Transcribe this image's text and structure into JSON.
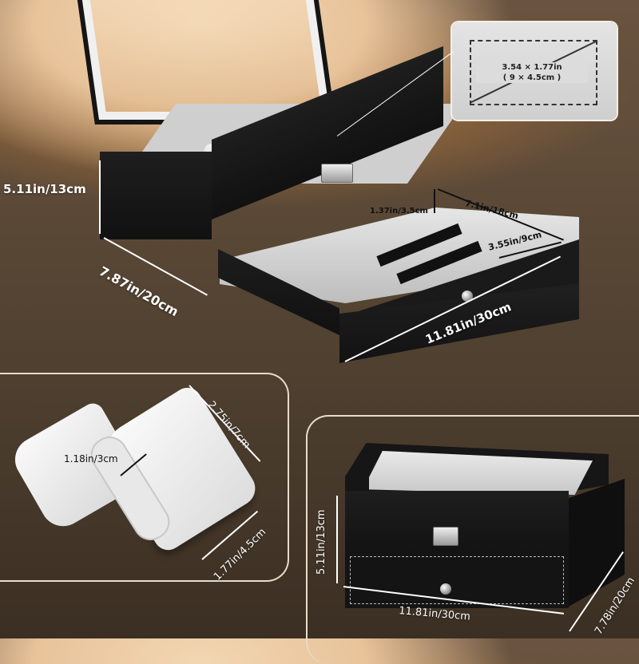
{
  "main_view": {
    "height_label": "5.11in/13cm",
    "depth_label": "7.87in/20cm",
    "width_label": "11.81in/30cm",
    "drawer_depth_label": "1.37in/3.5cm",
    "drawer_length_label": "7.1in/18cm",
    "drawer_section_label": "3.55in/9cm"
  },
  "slot_inset": {
    "dimension_line1": "3.54 × 1.77in",
    "dimension_line2": "( 9 × 4.5cm )"
  },
  "pillow_panel": {
    "thickness_label": "1.18in/3cm",
    "length_label": "2.75in/7cm",
    "width_label": "1.77in/4.5cm"
  },
  "closed_box_panel": {
    "height_label": "5.11in/13cm",
    "width_label": "11.81in/30cm",
    "depth_label": "7.78in/20cm"
  },
  "colors": {
    "background": "#4e3f2f",
    "box_leather": "#151515",
    "velvet": "#e6e6e6",
    "panel_border": "#e8dccb"
  }
}
